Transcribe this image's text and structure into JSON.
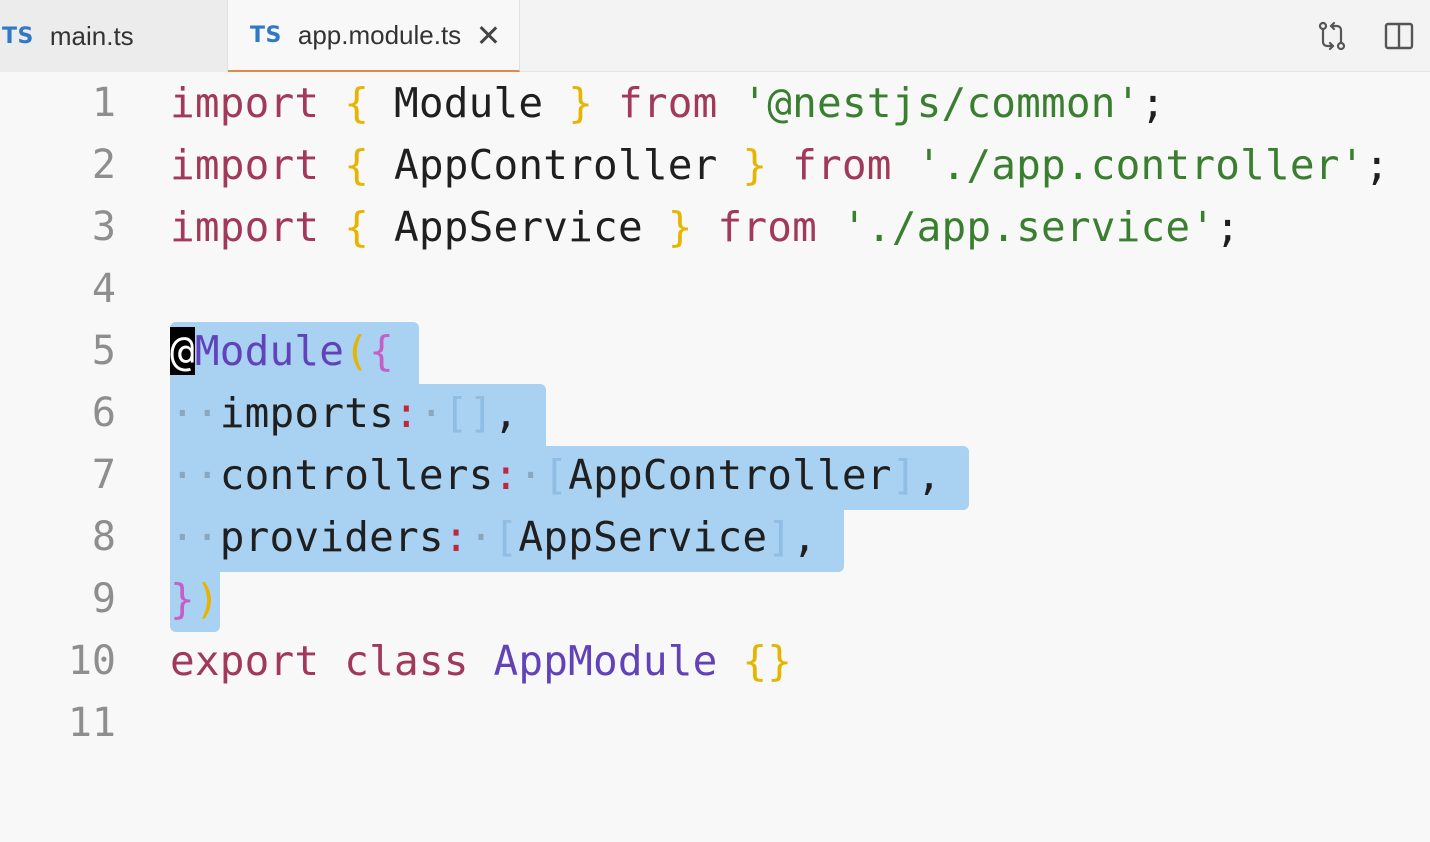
{
  "tabs": [
    {
      "badge": "TS",
      "label": "main.ts",
      "active": false
    },
    {
      "badge": "TS",
      "label": "app.module.ts",
      "active": true
    }
  ],
  "toolbar": {
    "icons": [
      "compare-changes-icon",
      "split-editor-icon"
    ]
  },
  "editor": {
    "line_numbers": [
      "1",
      "2",
      "3",
      "4",
      "5",
      "6",
      "7",
      "8",
      "9",
      "10",
      "11"
    ],
    "lines": {
      "l1": {
        "kw": "import",
        "ob": "{",
        "id": "Module",
        "cb": "}",
        "from": "from",
        "str": "'@nestjs/common'",
        "end": ";"
      },
      "l2": {
        "kw": "import",
        "ob": "{",
        "id": "AppController",
        "cb": "}",
        "from": "from",
        "str": "'./app.controller'",
        "end": ";"
      },
      "l3": {
        "kw": "import",
        "ob": "{",
        "id": "AppService",
        "cb": "}",
        "from": "from",
        "str": "'./app.service'",
        "end": ";"
      },
      "l5": {
        "at": "@",
        "deco": "Module",
        "paren": "(",
        "brace": "{"
      },
      "l6": {
        "ws": "··",
        "key": "imports",
        "colon": ":",
        "ws2": "·",
        "arr": "[]",
        "comma": ","
      },
      "l7": {
        "ws": "··",
        "key": "controllers",
        "colon": ":",
        "ws2": "·",
        "ob": "[",
        "val": "AppController",
        "cb": "]",
        "comma": ","
      },
      "l8": {
        "ws": "··",
        "key": "providers",
        "colon": ":",
        "ws2": "·",
        "ob": "[",
        "val": "AppService",
        "cb": "]",
        "comma": ","
      },
      "l9": {
        "brace": "}",
        "paren": ")"
      },
      "l10": {
        "kw1": "export",
        "kw2": "class",
        "id": "AppModule",
        "body": "{}"
      }
    },
    "colors": {
      "keyword": "#a1395a",
      "string": "#3a7f2f",
      "bracket_gold": "#e7b400",
      "bracket_purple": "#c65ec8",
      "decorator": "#6142b8",
      "selection": "#a8d1f2",
      "ts_badge": "#3178c6",
      "active_tab_border": "#e08a4a"
    }
  }
}
